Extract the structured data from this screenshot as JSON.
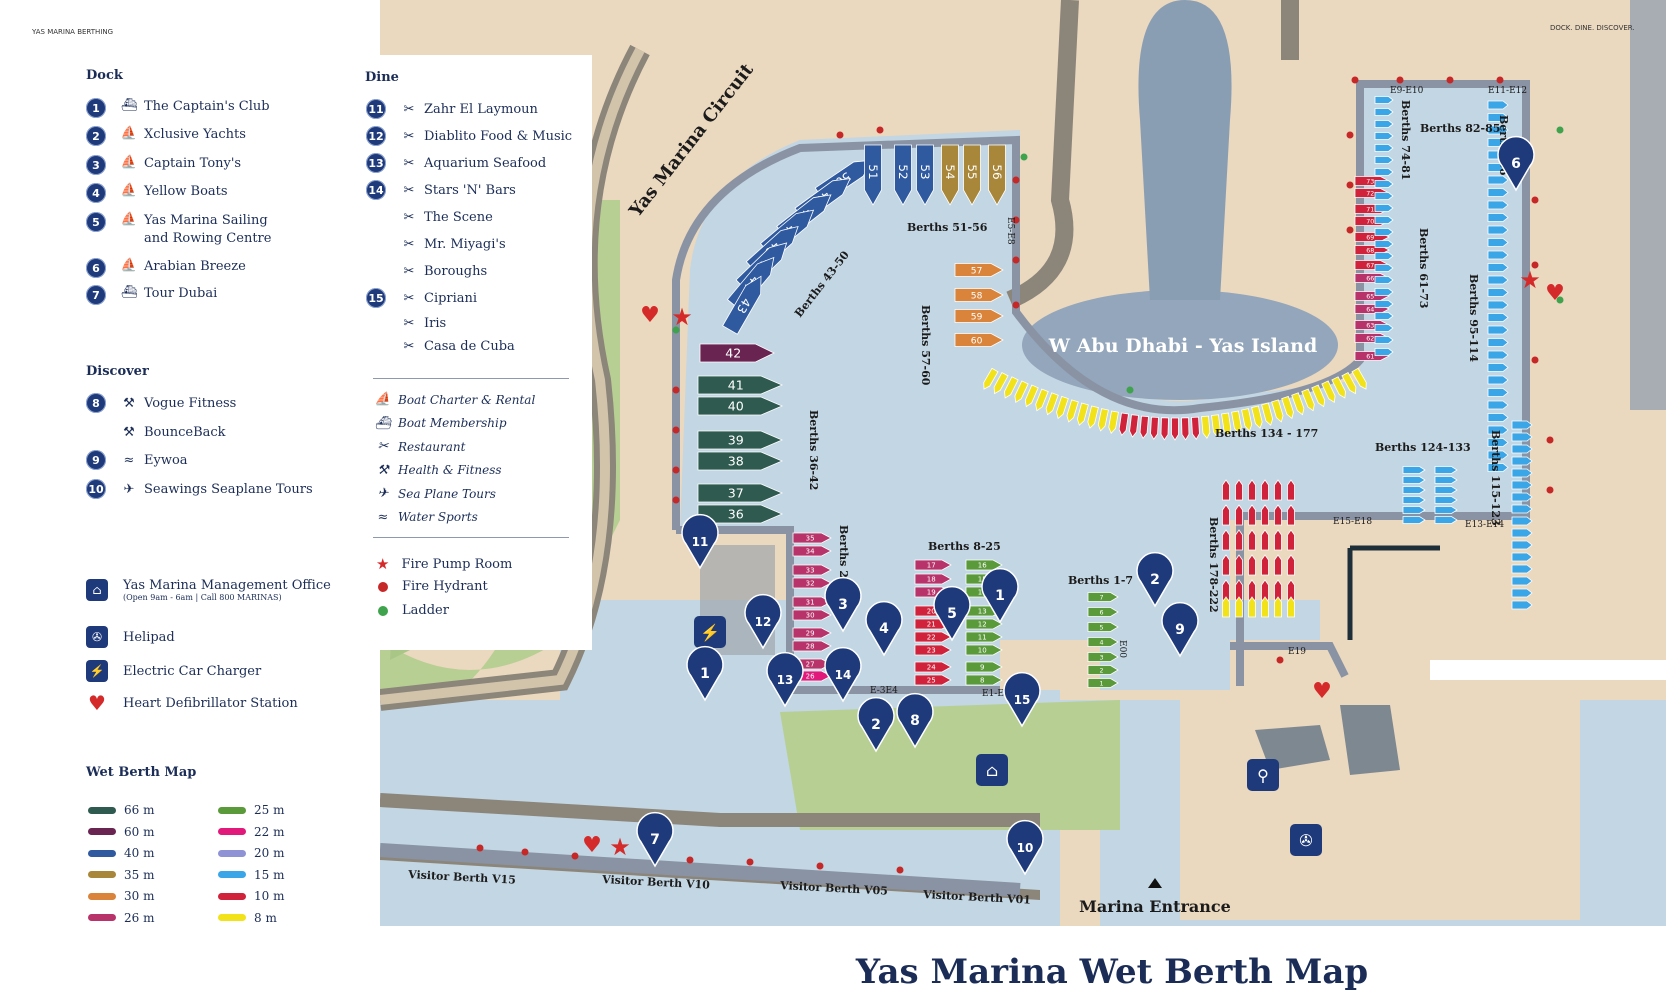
{
  "page": {
    "top_left_label": "YAS MARINA BERTHING",
    "top_right_label": "DOCK. DINE. DISCOVER.",
    "title": "Yas Marina Wet Berth Map"
  },
  "dock": {
    "heading": "Dock",
    "items": [
      {
        "num": "1",
        "icon": "ship-icon",
        "label": "The Captain's Club"
      },
      {
        "num": "2",
        "icon": "sailboat-icon",
        "label": "Xclusive Yachts"
      },
      {
        "num": "3",
        "icon": "sailboat-icon",
        "label": "Captain Tony's"
      },
      {
        "num": "4",
        "icon": "sailboat-icon",
        "label": "Yellow Boats"
      },
      {
        "num": "5",
        "icon": "sailboat-icon",
        "label": "Yas Marina Sailing",
        "label2": "and Rowing Centre"
      },
      {
        "num": "6",
        "icon": "sailboat-icon",
        "label": "Arabian Breeze"
      },
      {
        "num": "7",
        "icon": "ship-icon",
        "label": "Tour Dubai"
      }
    ]
  },
  "discover": {
    "heading": "Discover",
    "items": [
      {
        "num": "8",
        "icon": "dumbbell-icon",
        "label": "Vogue Fitness"
      },
      {
        "num": "",
        "icon": "dumbbell-icon",
        "label": "BounceBack"
      },
      {
        "num": "9",
        "icon": "water-sports-icon",
        "label": "Eywoa"
      },
      {
        "num": "10",
        "icon": "seaplane-icon",
        "label": "Seawings Seaplane Tours"
      }
    ]
  },
  "dine": {
    "heading": "Dine",
    "items": [
      {
        "num": "11",
        "label": "Zahr El Laymoun"
      },
      {
        "num": "12",
        "label": "Diablito Food & Music"
      },
      {
        "num": "13",
        "label": "Aquarium Seafood"
      },
      {
        "num": "14",
        "label": "Stars 'N' Bars"
      },
      {
        "num": "",
        "label": "The Scene"
      },
      {
        "num": "",
        "label": "Mr. Miyagi's"
      },
      {
        "num": "",
        "label": "Boroughs"
      },
      {
        "num": "15",
        "label": "Cipriani"
      },
      {
        "num": "",
        "label": "Iris"
      },
      {
        "num": "",
        "label": "Casa de Cuba"
      }
    ]
  },
  "icon_legend": [
    {
      "icon": "sailboat-icon",
      "label": "Boat Charter & Rental"
    },
    {
      "icon": "ship-icon",
      "label": "Boat Membership"
    },
    {
      "icon": "cutlery-icon",
      "label": "Restaurant"
    },
    {
      "icon": "dumbbell-icon",
      "label": "Health & Fitness"
    },
    {
      "icon": "seaplane-icon",
      "label": "Sea Plane Tours"
    },
    {
      "icon": "water-sports-icon",
      "label": "Water Sports"
    }
  ],
  "symbol_legend": [
    {
      "symbol": "star",
      "color": "#d42a2a",
      "label": "Fire Pump Room"
    },
    {
      "symbol": "dot",
      "color": "#c62828",
      "label": "Fire Hydrant"
    },
    {
      "symbol": "dot",
      "color": "#3fa34d",
      "label": "Ladder"
    }
  ],
  "facilities": [
    {
      "icon": "house-icon",
      "label": "Yas Marina Management Office",
      "sub": "(Open 9am - 6am | Call 800 MARINAS)"
    },
    {
      "icon": "helicopter-icon",
      "label": "Helipad"
    },
    {
      "icon": "ev-charger-icon",
      "label": "Electric Car Charger"
    },
    {
      "icon": "heart-defibrillator-icon",
      "label": "Heart Defibrillator Station"
    }
  ],
  "wet_berth_map": {
    "heading": "Wet Berth Map",
    "sizes": [
      {
        "label": "66 m",
        "color": "#2f5a4f"
      },
      {
        "label": "60 m",
        "color": "#6a2452"
      },
      {
        "label": "40 m",
        "color": "#2f5aa0"
      },
      {
        "label": "35 m",
        "color": "#a8873a"
      },
      {
        "label": "30 m",
        "color": "#d9843a"
      },
      {
        "label": "26 m",
        "color": "#b8336a"
      },
      {
        "label": "25 m",
        "color": "#5a9a3a"
      },
      {
        "label": "22 m",
        "color": "#e0197a"
      },
      {
        "label": "20 m",
        "color": "#8f93d6"
      },
      {
        "label": "15 m",
        "color": "#3aa6e8"
      },
      {
        "label": "10 m",
        "color": "#d0223a"
      },
      {
        "label": "8 m",
        "color": "#f2e21a"
      }
    ]
  },
  "map": {
    "circuit_label": "Yas Marina Circuit",
    "hotel_label": "W Abu Dhabi - Yas Island",
    "marina_entrance": "Marina Entrance",
    "berth_labels": [
      "Berths 43-50",
      "Berths 51-56",
      "Berths 57-60",
      "Berths 36-42",
      "Berths 26-35",
      "Berths 8-25",
      "Berths 1-7",
      "Berths 134 - 177",
      "Berths 124-133",
      "Berths 178-222",
      "Berths 115-123",
      "Berths 95-114",
      "Berths 61-73",
      "Berths 74-81",
      "Berths 82-85",
      "Berths 86"
    ],
    "dock_labels": [
      "E9-E10",
      "E11-E12",
      "E5-E8",
      "E15-E18",
      "E13-E14",
      "E19",
      "E-3E4",
      "E1-E2",
      "E00"
    ],
    "visitor_berths": [
      "Visitor Berth V15",
      "Visitor Berth V10",
      "Visitor Berth V05",
      "Visitor Berth V01"
    ],
    "big_berth_numbers": [
      "50",
      "49",
      "48",
      "47",
      "46",
      "45",
      "44",
      "43",
      "42",
      "41",
      "40",
      "39",
      "38",
      "37",
      "36",
      "51",
      "52",
      "53",
      "54",
      "55",
      "56",
      "57",
      "58",
      "59",
      "60"
    ],
    "small_berth_numbers": [
      "35",
      "34",
      "33",
      "32",
      "31",
      "30",
      "29",
      "28",
      "27",
      "26",
      "17",
      "18",
      "19",
      "20",
      "21",
      "22",
      "23",
      "24",
      "25",
      "16",
      "15",
      "14",
      "13",
      "12",
      "11",
      "10",
      "9",
      "8",
      "7",
      "6",
      "5",
      "4",
      "3",
      "2",
      "1",
      "73",
      "72",
      "71",
      "70",
      "69",
      "68",
      "67",
      "66",
      "65",
      "64",
      "63",
      "62",
      "61"
    ],
    "pins": [
      "11",
      "12",
      "1",
      "13",
      "14",
      "3",
      "4",
      "5",
      "1",
      "2",
      "8",
      "15",
      "2",
      "9",
      "6",
      "7",
      "10"
    ]
  }
}
